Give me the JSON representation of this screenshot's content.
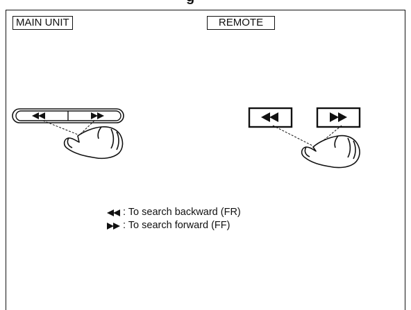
{
  "diagram": {
    "title_fragment": "g",
    "main_unit_label": "MAIN UNIT",
    "remote_label": "REMOTE",
    "legend": [
      {
        "icon": "rewind-icon",
        "text": ": To search backward (FR)"
      },
      {
        "icon": "fast-forward-icon",
        "text": ": To search forward (FF)"
      }
    ]
  }
}
